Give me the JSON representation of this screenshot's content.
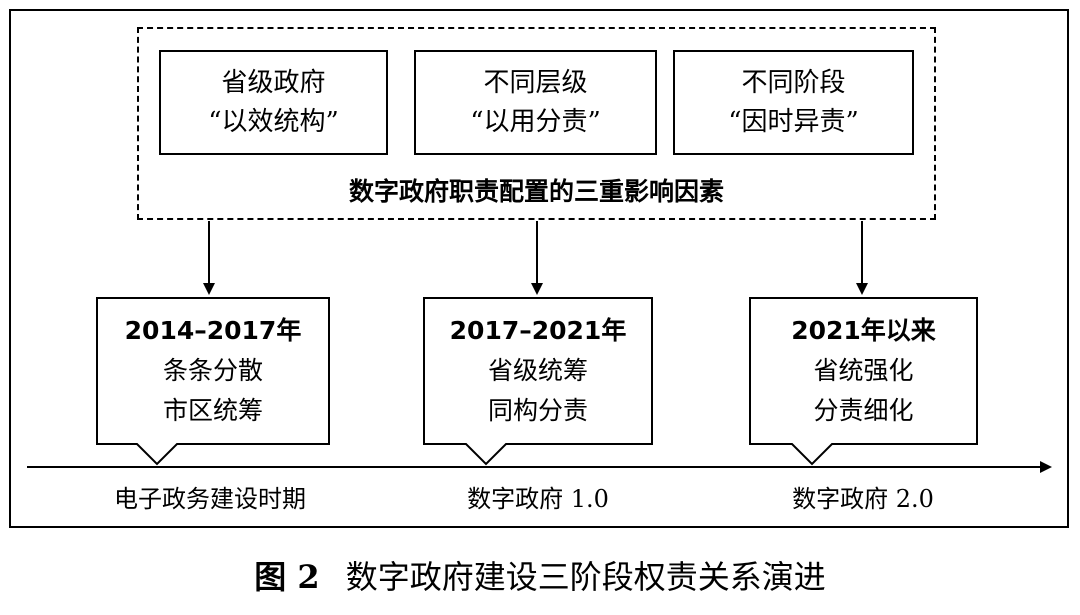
{
  "factors": {
    "caption": "数字政府职责配置的三重影响因素",
    "items": [
      {
        "line1": "省级政府",
        "line2": "“以效统构”"
      },
      {
        "line1": "不同层级",
        "line2": "“以用分责”"
      },
      {
        "line1": "不同阶段",
        "line2": "“因时异责”"
      }
    ]
  },
  "stages": [
    {
      "title": "2014–2017年",
      "line1": "条条分散",
      "line2": "市区统筹",
      "era": "电子政务建设时期"
    },
    {
      "title": "2017–2021年",
      "line1": "省级统筹",
      "line2": "同构分责",
      "era": "数字政府 1.0"
    },
    {
      "title": "2021年以来",
      "line1": "省统强化",
      "line2": "分责细化",
      "era": "数字政府 2.0"
    }
  ],
  "figure": {
    "number": "图 2",
    "title": "数字政府建设三阶段权责关系演进"
  }
}
